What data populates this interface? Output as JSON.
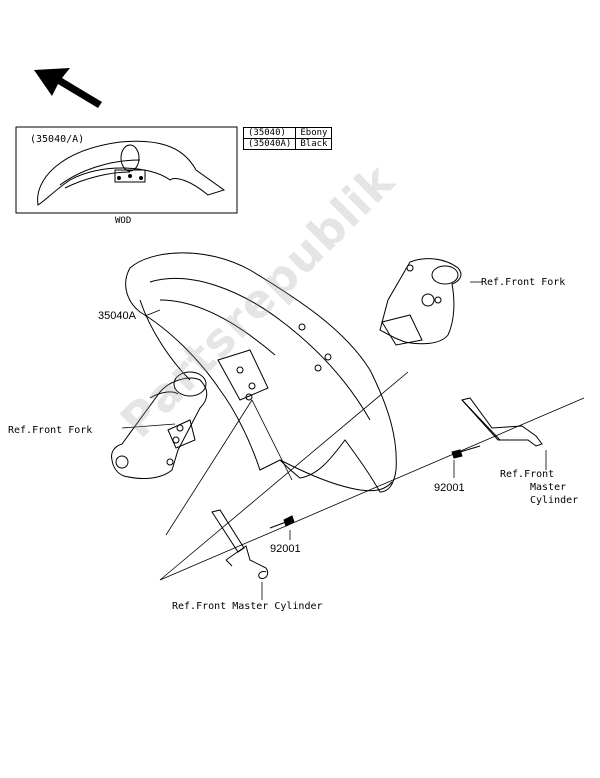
{
  "watermark": "Partsrepublik",
  "inset": {
    "part_label": "(35040/A)",
    "caption": "WOD"
  },
  "variants": [
    {
      "code": "(35040)",
      "color": "Ebony"
    },
    {
      "code": "(35040A)",
      "color": "Black"
    }
  ],
  "parts": {
    "fender": "35040A",
    "bolt_right": "92001",
    "bolt_bottom": "92001"
  },
  "refs": {
    "front_fork_right": "Ref.Front Fork",
    "front_fork_left": "Ref.Front Fork",
    "master_cyl_right": [
      "Ref.Front",
      "Master",
      "Cylinder"
    ],
    "master_cyl_bottom": "Ref.Front Master Cylinder"
  }
}
